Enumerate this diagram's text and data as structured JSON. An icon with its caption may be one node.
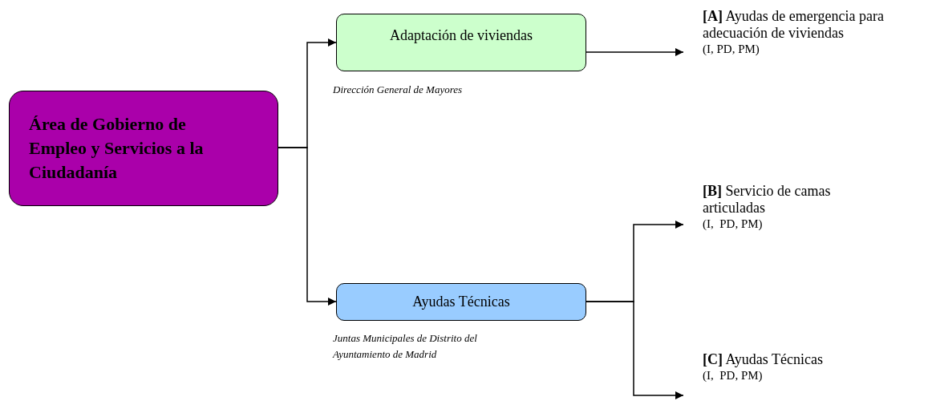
{
  "diagram": {
    "nodes": [
      {
        "text": [
          "Área de Gobierno de Empleo y Servicios a la Ciudadanía"
        ]
      },
      {
        "text": [
          "Adaptación de viviendas"
        ],
        "beside": [
          "Dirección General de Mayores"
        ]
      },
      {
        "text": [
          "**[A]** Ayudas de emergencia para adecuación de viviendas",
          "(I, PD, PM)"
        ]
      },
      {
        "text": [
          "Ayudas Técnicas"
        ],
        "beside": [
          "Juntas Municipales de Distrito del Ayuntamiento de Madrid"
        ]
      },
      {
        "text": [
          "**[B]** Servicio de camas articuladas",
          "(I,  PD, PM)"
        ]
      },
      {
        "text": [
          "**[C]** Ayudas Técnicas",
          "(I,  PD, PM)"
        ]
      }
    ],
    "edges": [
      {
        "from": 0,
        "to": 1,
        "arrow": "to"
      },
      {
        "from": 0,
        "to": 3,
        "arrow": "to"
      },
      {
        "from": 1,
        "to": 2,
        "arrow": "to"
      },
      {
        "from": 3,
        "to": 4,
        "arrow": "to"
      },
      {
        "from": 3,
        "to": 5,
        "arrow": "to"
      }
    ]
  }
}
